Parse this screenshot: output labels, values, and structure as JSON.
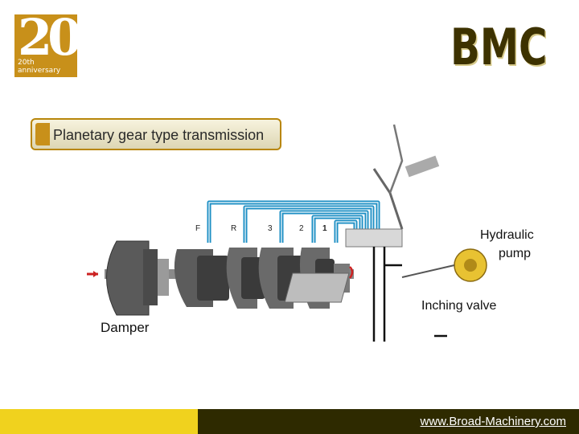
{
  "logo": {
    "number": "20",
    "subtitle": "20th anniversary"
  },
  "brand": "BMC",
  "diagram": {
    "title": "Planetary gear type transmission",
    "clutch_labels": [
      "F",
      "R",
      "3",
      "2",
      "1"
    ],
    "labels": {
      "damper": "Damper",
      "hydraulic_line1": "Hydraulic",
      "hydraulic_line2": "pump",
      "inching_valve": "Inching valve"
    }
  },
  "footer": {
    "url": "www.Broad-Machinery.com"
  },
  "colors": {
    "accent": "#c8901a",
    "brand": "#3d3200",
    "pipe": "#1d8fc4",
    "footer_left": "#f0d21e",
    "footer_right": "#2e2a00"
  }
}
